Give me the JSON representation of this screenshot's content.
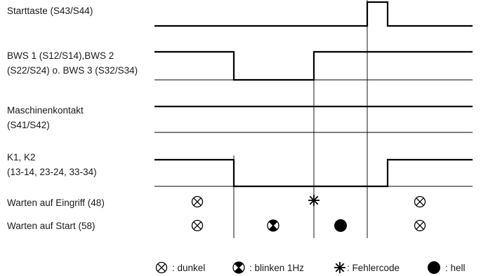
{
  "signals": [
    {
      "line1": "Starttaste (S43/S44)",
      "line2": ""
    },
    {
      "line1": "BWS 1 (S12/S14),BWS 2",
      "line2": "(S22/S24) o. BWS 3 (S32/S34)"
    },
    {
      "line1": "Maschinenkontakt",
      "line2": "(S41/S42)"
    },
    {
      "line1": "K1, K2",
      "line2": "(13-14, 23-24, 33-34)"
    }
  ],
  "states": [
    {
      "label": "Warten auf Eingriff (48)"
    },
    {
      "label": "Warten auf Start (58)"
    }
  ],
  "legend": {
    "dark": ": dunkel",
    "blink": ": blinken 1Hz",
    "error": ": Fehlercode",
    "bright": ": hell"
  },
  "icons": {
    "dark": "circle-x-icon",
    "blink": "half-filled-circle-icon",
    "error": "asterisk-star-icon",
    "bright": "filled-circle-icon"
  }
}
